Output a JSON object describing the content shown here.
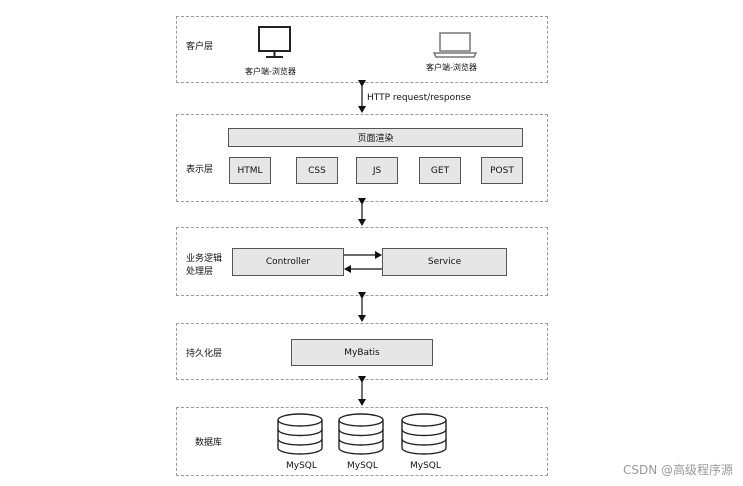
{
  "client_layer": {
    "label": "客户层",
    "desktop_caption": "客户端-浏览器",
    "laptop_caption": "客户端-浏览器"
  },
  "http_arrow_label": "HTTP request/response",
  "presentation_layer": {
    "label": "表示层",
    "render_box": "页面渲染",
    "items": [
      "HTML",
      "CSS",
      "JS",
      "GET",
      "POST"
    ]
  },
  "business_layer": {
    "label_line1": "业务逻辑",
    "label_line2": "处理层",
    "controller": "Controller",
    "service": "Service"
  },
  "persistence_layer": {
    "label": "持久化层",
    "mybatis": "MyBatis"
  },
  "database_layer": {
    "label": "数据库",
    "databases": [
      "MySQL",
      "MySQL",
      "MySQL"
    ]
  },
  "watermark": "CSDN @高级程序源"
}
